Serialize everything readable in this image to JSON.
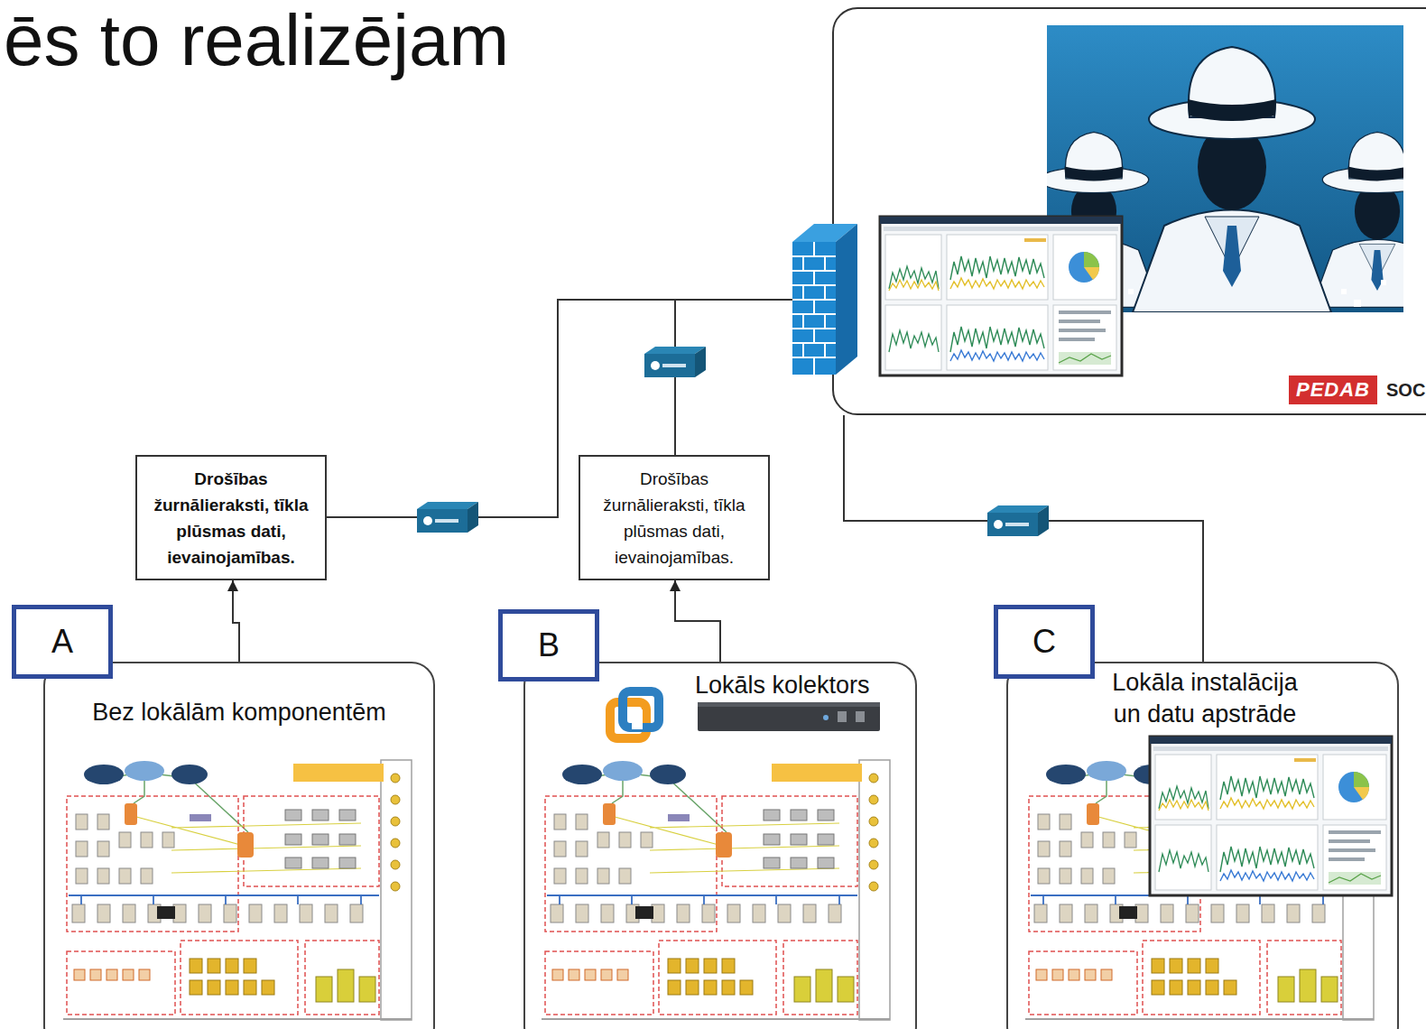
{
  "diagram": {
    "title": "ēs to realizējam",
    "nodes": [
      {
        "text": [
          "A"
        ]
      },
      {
        "text": [
          "Bez lokālām komponentēm"
        ]
      },
      {
        "text": [
          "Drošības žurnālieraksti, tīkla plūsmas dati, ievainojamības."
        ]
      },
      {
        "text": [
          "B"
        ]
      },
      {
        "text": [
          "Lokāls kolektors"
        ]
      },
      {
        "text": [
          "Drošības žurnālieraksti, tīkla plūsmas dati, ievainojamības."
        ]
      },
      {
        "text": [
          "C"
        ]
      },
      {
        "text": [
          "Lokāla instalācija un datu apstrāde"
        ]
      },
      {
        "text": [
          "PEDAB",
          "SOC"
        ]
      }
    ],
    "edges": [
      {
        "from": 1,
        "to": 2,
        "arrow": "to"
      },
      {
        "from": 2,
        "to": 8,
        "arrow": "none"
      },
      {
        "from": 4,
        "to": 5,
        "arrow": "to"
      },
      {
        "from": 5,
        "to": 8,
        "arrow": "none"
      },
      {
        "from": 7,
        "to": 8,
        "arrow": "none"
      }
    ]
  }
}
